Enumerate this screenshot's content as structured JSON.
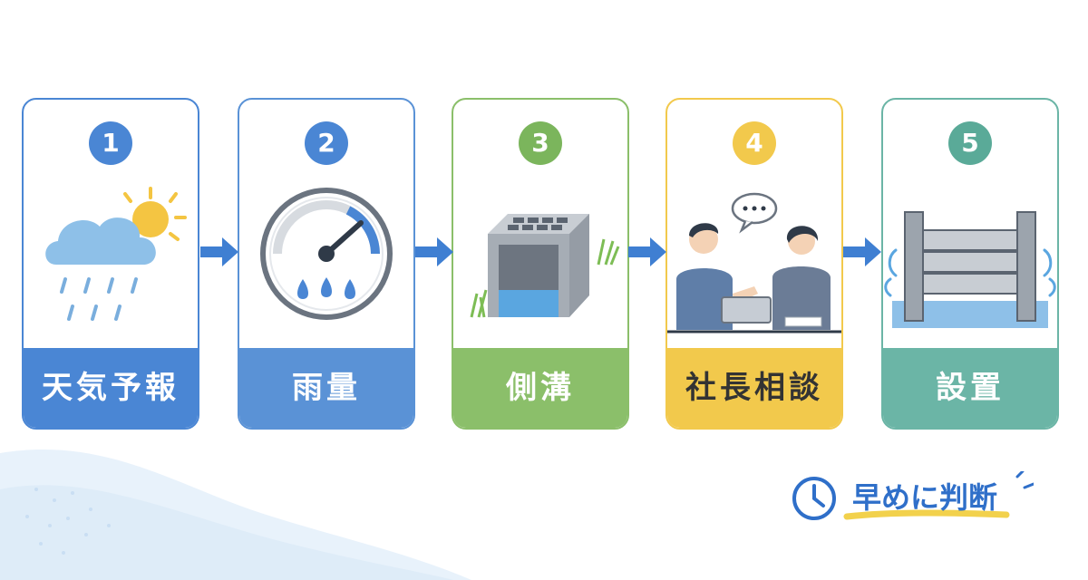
{
  "colors": {
    "blue": "#4a86d4",
    "blue2": "#5a92d6",
    "green": "#8bbf6a",
    "yellow": "#f2c94c",
    "teal": "#6bb5a6",
    "arrow": "#3f7fd2"
  },
  "steps": [
    {
      "number": "1",
      "label": "天気予報",
      "icon": "weather-icon"
    },
    {
      "number": "2",
      "label": "雨量",
      "icon": "rain-gauge-icon"
    },
    {
      "number": "3",
      "label": "側溝",
      "icon": "side-ditch-icon"
    },
    {
      "number": "4",
      "label": "社長相談",
      "icon": "consultation-icon"
    },
    {
      "number": "5",
      "label": "設置",
      "icon": "flood-barrier-icon"
    }
  ],
  "callout": {
    "text": "早めに判断",
    "icon": "clock-icon"
  }
}
